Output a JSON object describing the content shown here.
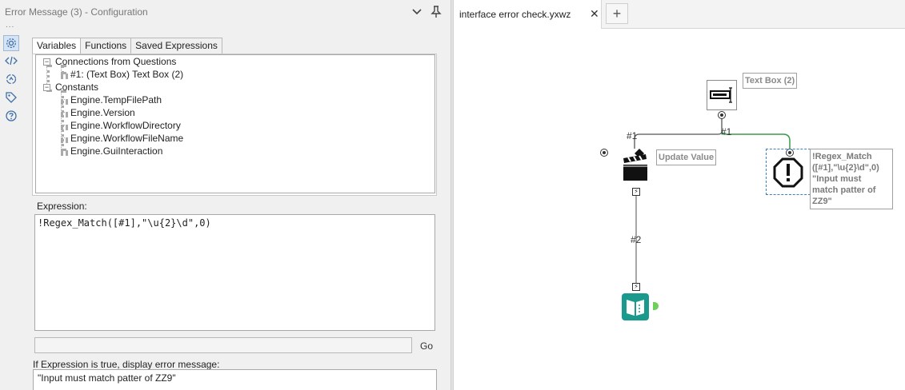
{
  "panel": {
    "title": "Error Message (3) - Configuration",
    "more": "..."
  },
  "tabs": [
    "Variables",
    "Functions",
    "Saved Expressions"
  ],
  "tree": {
    "connections_label": "Connections from Questions",
    "question_item": "#1: (Text Box) Text Box (2)",
    "constants_label": "Constants",
    "constants": [
      "Engine.TempFilePath",
      "Engine.Version",
      "Engine.WorkflowDirectory",
      "Engine.WorkflowFileName",
      "Engine.GuiInteraction"
    ]
  },
  "expression": {
    "label": "Expression:",
    "value": "!Regex_Match([#1],\"\\u{2}\\d\",0)"
  },
  "go_label": "Go",
  "message": {
    "label": "If Expression is true, display error message:",
    "value": "\"Input must match patter of ZZ9\""
  },
  "canvas": {
    "tab_title": "interface error check.yxwz",
    "close_glyph": "✕",
    "add_glyph": "+",
    "annotations": {
      "text_box": "Text Box (2)",
      "update_value": "Update Value",
      "error": [
        "!Regex_Match",
        "([#1],\"\\u{2}\\d\",0)",
        "\"Input must",
        "match patter of",
        "ZZ9\""
      ]
    },
    "connection_labels": {
      "c1_left": "#1",
      "c1_right": "#1",
      "c2": "#2"
    }
  },
  "colors": {
    "accent_teal": "#1a9a8c",
    "connection_green": "#3a9a4a",
    "selection_blue": "#3d7fc4"
  }
}
